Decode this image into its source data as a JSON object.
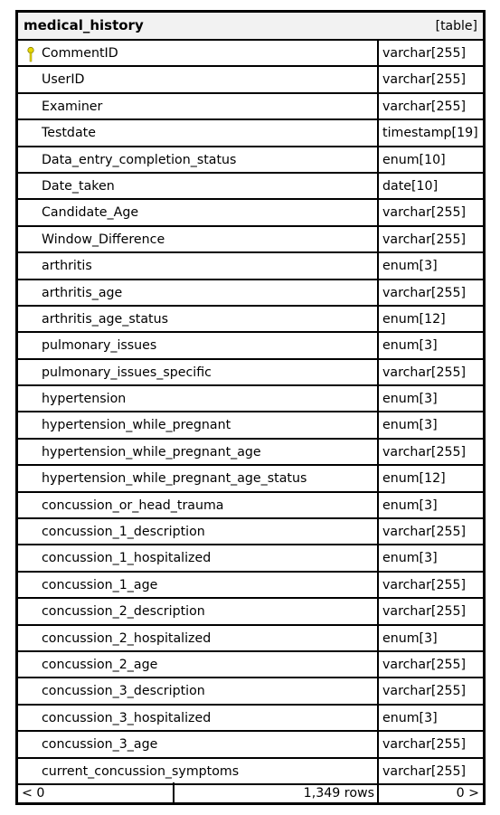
{
  "table": {
    "name": "medical_history",
    "tag": "[table]",
    "columns": [
      {
        "name": "CommentID",
        "type": "varchar[255]",
        "primary_key": true
      },
      {
        "name": "UserID",
        "type": "varchar[255]"
      },
      {
        "name": "Examiner",
        "type": "varchar[255]"
      },
      {
        "name": "Testdate",
        "type": "timestamp[19]"
      },
      {
        "name": "Data_entry_completion_status",
        "type": "enum[10]"
      },
      {
        "name": "Date_taken",
        "type": "date[10]"
      },
      {
        "name": "Candidate_Age",
        "type": "varchar[255]"
      },
      {
        "name": "Window_Difference",
        "type": "varchar[255]"
      },
      {
        "name": "arthritis",
        "type": "enum[3]"
      },
      {
        "name": "arthritis_age",
        "type": "varchar[255]"
      },
      {
        "name": "arthritis_age_status",
        "type": "enum[12]"
      },
      {
        "name": "pulmonary_issues",
        "type": "enum[3]"
      },
      {
        "name": "pulmonary_issues_specific",
        "type": "varchar[255]"
      },
      {
        "name": "hypertension",
        "type": "enum[3]"
      },
      {
        "name": "hypertension_while_pregnant",
        "type": "enum[3]"
      },
      {
        "name": "hypertension_while_pregnant_age",
        "type": "varchar[255]"
      },
      {
        "name": "hypertension_while_pregnant_age_status",
        "type": "enum[12]"
      },
      {
        "name": "concussion_or_head_trauma",
        "type": "enum[3]"
      },
      {
        "name": "concussion_1_description",
        "type": "varchar[255]"
      },
      {
        "name": "concussion_1_hospitalized",
        "type": "enum[3]"
      },
      {
        "name": "concussion_1_age",
        "type": "varchar[255]"
      },
      {
        "name": "concussion_2_description",
        "type": "varchar[255]"
      },
      {
        "name": "concussion_2_hospitalized",
        "type": "enum[3]"
      },
      {
        "name": "concussion_2_age",
        "type": "varchar[255]"
      },
      {
        "name": "concussion_3_description",
        "type": "varchar[255]"
      },
      {
        "name": "concussion_3_hospitalized",
        "type": "enum[3]"
      },
      {
        "name": "concussion_3_age",
        "type": "varchar[255]"
      },
      {
        "name": "current_concussion_symptoms",
        "type": "varchar[255]"
      }
    ],
    "footer": {
      "prev": "< 0",
      "row_count": "1,349 rows",
      "next": "0 >"
    }
  },
  "colors": {
    "key_icon": "#e8d800",
    "border": "#000000",
    "header_bg": "#f2f2f2"
  },
  "icons": {
    "primary_key": "key-icon"
  }
}
